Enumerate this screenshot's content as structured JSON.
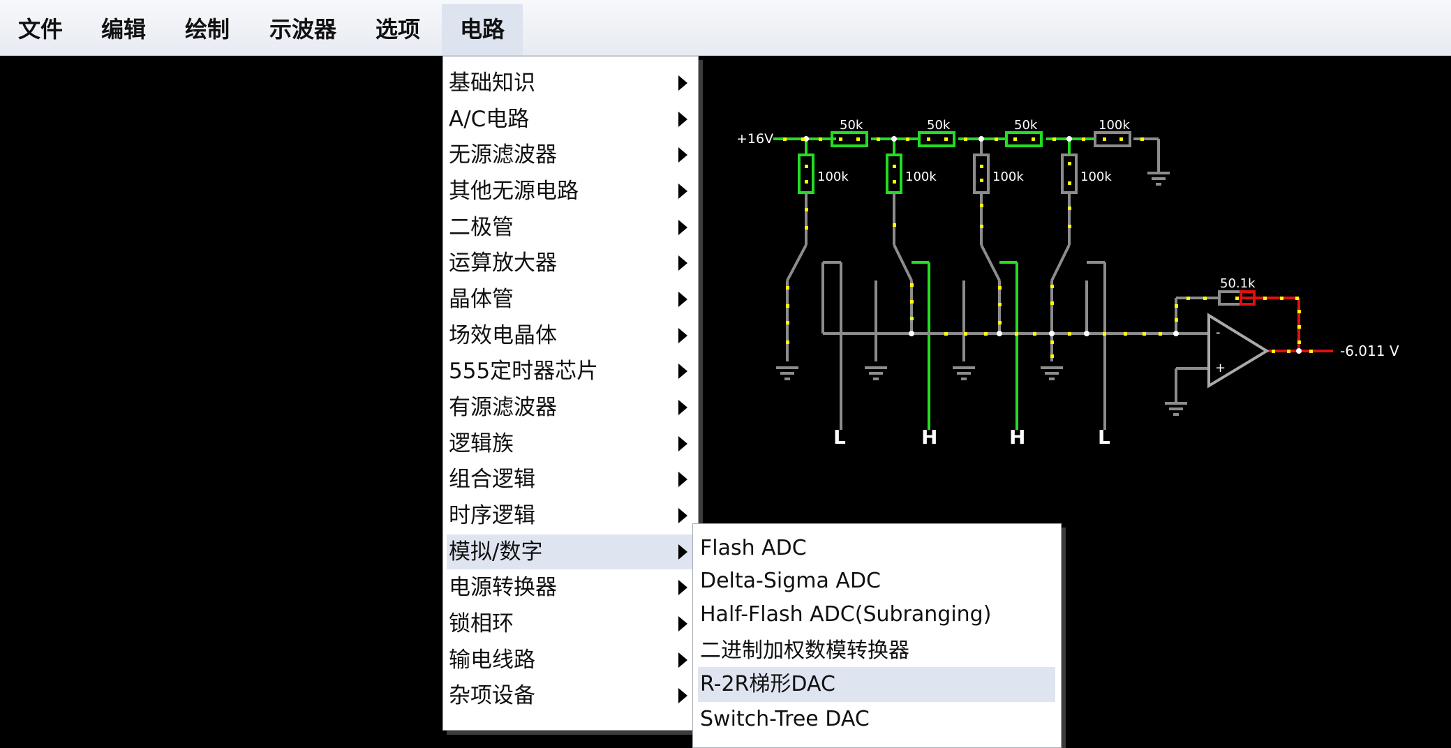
{
  "menubar": {
    "items": [
      {
        "label": "文件"
      },
      {
        "label": "编辑"
      },
      {
        "label": "绘制"
      },
      {
        "label": "示波器"
      },
      {
        "label": "选项"
      },
      {
        "label": "电路"
      }
    ],
    "active": "电路"
  },
  "circuits_menu": {
    "items": [
      {
        "label": "基础知识"
      },
      {
        "label": "A/C电路"
      },
      {
        "label": "无源滤波器"
      },
      {
        "label": "其他无源电路"
      },
      {
        "label": "二极管"
      },
      {
        "label": "运算放大器"
      },
      {
        "label": "晶体管"
      },
      {
        "label": "场效电晶体"
      },
      {
        "label": "555定时器芯片"
      },
      {
        "label": "有源滤波器"
      },
      {
        "label": "逻辑族"
      },
      {
        "label": "组合逻辑"
      },
      {
        "label": "时序逻辑"
      },
      {
        "label": "模拟/数字"
      },
      {
        "label": "电源转换器"
      },
      {
        "label": "锁相环"
      },
      {
        "label": "输电线路"
      },
      {
        "label": "杂项设备"
      }
    ],
    "highlighted": "模拟/数字"
  },
  "submenu": {
    "items": [
      {
        "label": "Flash ADC"
      },
      {
        "label": "Delta-Sigma ADC"
      },
      {
        "label": "Half-Flash ADC(Subranging)"
      },
      {
        "label": "二进制加权数模转换器"
      },
      {
        "label": "R-2R梯形DAC"
      },
      {
        "label": "Switch-Tree DAC"
      }
    ],
    "highlighted": "R-2R梯形DAC"
  },
  "circuit": {
    "supply_label": "+16V",
    "series_resistors": [
      "50k",
      "50k",
      "50k",
      "100k"
    ],
    "shunt_resistors": [
      "100k",
      "100k",
      "100k",
      "100k"
    ],
    "switch_states": [
      "L",
      "H",
      "H",
      "L"
    ],
    "feedback_resistor": "50.1k",
    "opamp_minus": "-",
    "opamp_plus": "+",
    "output_label": "-6.011 V"
  },
  "colors": {
    "wire_gray": "#8c8c8c",
    "wire_green": "#22dd22",
    "wire_red": "#e01010",
    "current_dot": "#ffff00",
    "background": "#000000"
  }
}
